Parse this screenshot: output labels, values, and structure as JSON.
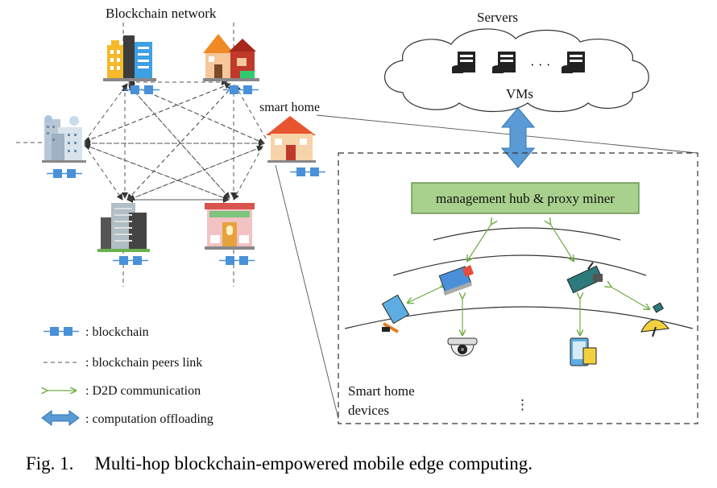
{
  "labels": {
    "network": "Blockchain network",
    "servers": "Servers",
    "vms": "VMs",
    "server_dots": "· · ·",
    "smart_home": "smart home",
    "hub": "management hub & proxy miner",
    "devices_line1": "Smart home",
    "devices_line2": "devices",
    "device_dots": "⋮"
  },
  "legend": [
    {
      "symbol": "blockchain-symbol",
      "text": ": blockchain"
    },
    {
      "symbol": "dashed-line",
      "text": ": blockchain peers link"
    },
    {
      "symbol": "green-double-arrow",
      "text": ": D2D communication"
    },
    {
      "symbol": "blue-double-arrow",
      "text": ": computation offloading"
    }
  ],
  "caption": {
    "number": "Fig. 1.",
    "text": "Multi-hop blockchain-empowered mobile edge computing."
  },
  "colors": {
    "blockchain_blue": "#4a90d9",
    "offload_arrow": "#5b9bd5",
    "d2d_green": "#70ad47",
    "hub_fill": "#a9d18e",
    "hub_border": "#548235"
  },
  "icons": [
    "office-building-icon",
    "house-icon",
    "city-building-icon",
    "tower-building-icon",
    "shop-building-icon",
    "smart-home-house-icon",
    "server-icon",
    "cloud-icon",
    "laptop-icon",
    "router-icon",
    "tablet-pen-icon",
    "security-camera-icon",
    "smartphone-icon",
    "satellite-dish-icon"
  ]
}
